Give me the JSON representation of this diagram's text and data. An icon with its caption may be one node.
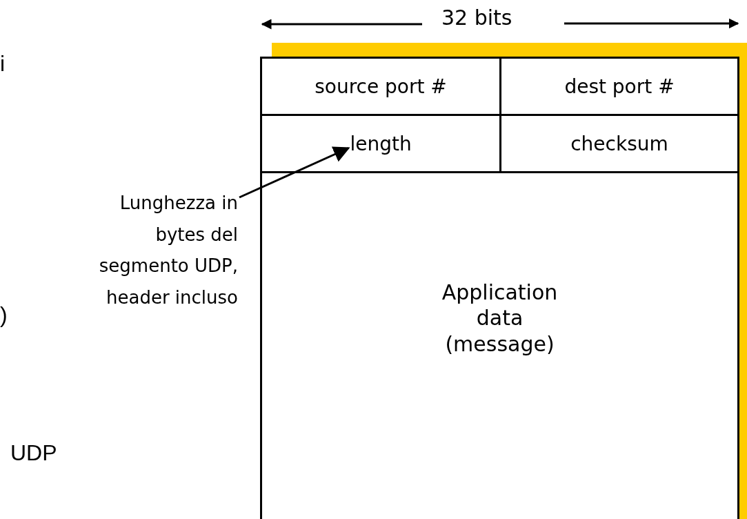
{
  "diagram": {
    "nodes": [
      {
        "text": [],
        "shape": "box"
      },
      {
        "text": [
          "source port #"
        ],
        "in": 0
      },
      {
        "text": [
          "dest port #"
        ],
        "in": 0
      },
      {
        "text": [
          "length"
        ],
        "in": 0
      },
      {
        "text": [
          "checksum"
        ],
        "in": 0
      },
      {
        "text": [
          "Application data (message)"
        ],
        "in": 0
      },
      {
        "text": [
          "Lunghezza in bytes del segmento UDP, header incluso"
        ]
      }
    ],
    "edges": [
      {
        "from": 6,
        "to": 3,
        "arrow": "to"
      }
    ],
    "labels": [
      "32 bits",
      "i",
      ")",
      "UDP"
    ]
  }
}
